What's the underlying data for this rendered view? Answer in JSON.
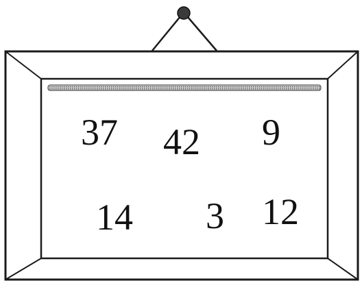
{
  "board": {
    "numbers": [
      "37",
      "42",
      "9",
      "14",
      "3",
      "12"
    ]
  },
  "colors": {
    "line": "#1a1a1a",
    "background": "#ffffff"
  },
  "icons": {
    "hook": "nail-icon"
  }
}
